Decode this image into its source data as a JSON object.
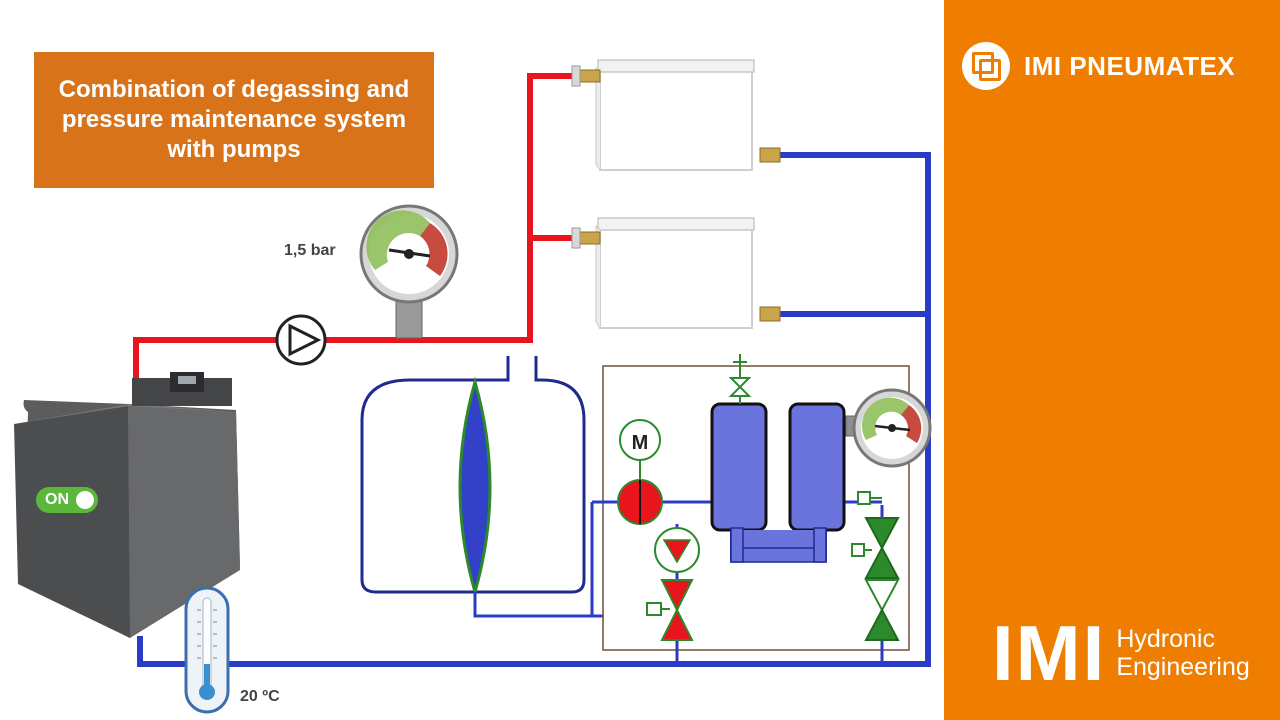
{
  "title": "Combination of degassing and pressure maintenance system with pumps",
  "pressure_label": "1,5 bar",
  "temperature_label": "20 ºC",
  "boiler_switch_label": "ON",
  "pump_motor_label": "M",
  "brand": {
    "company": "IMI PNEUMATEX",
    "logo_word": "IMI",
    "division_line1": "Hydronic",
    "division_line2": "Engineering"
  },
  "colors": {
    "supply_pipe": "#e8141e",
    "return_pipe": "#2a3bc6",
    "accent_orange": "#ef7d00",
    "title_box": "#d9731a",
    "switch_on": "#5bb83a",
    "valve_green": "#2c8a2c",
    "pump_red": "#e8141e",
    "vessel_blue": "#6b74dc"
  }
}
